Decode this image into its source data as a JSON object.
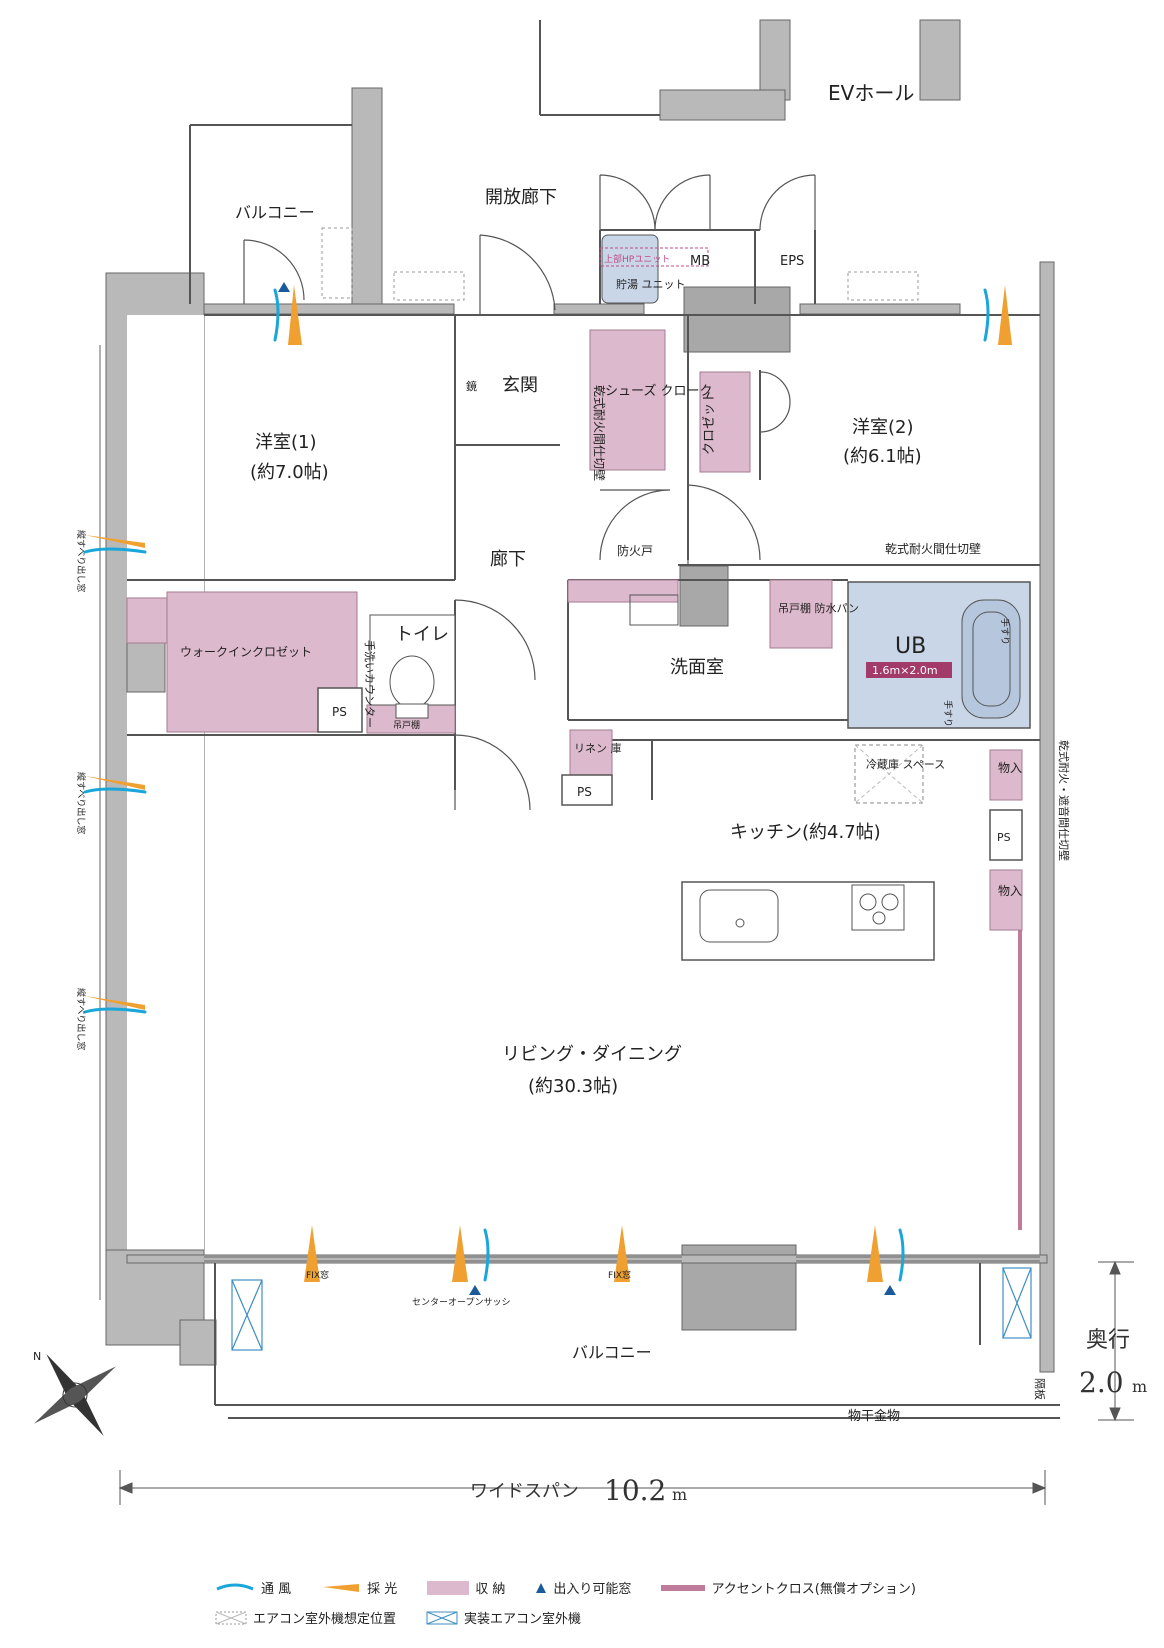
{
  "rooms": {
    "ev_hall": "EVホール",
    "open_corridor": "開放廊下",
    "balcony_top": "バルコニー",
    "mb": "MB",
    "eps": "EPS",
    "hp_unit": "上部HPユニット",
    "water_heater": "貯湯\nユニット",
    "entrance": "玄関",
    "mirror": "鏡",
    "shoes_closet": "シューズ\nクローク",
    "closet": "クロゼット",
    "dry_wall_v": "乾式耐火間仕切壁",
    "bedroom1": "洋室(1)",
    "bedroom1_size": "(約7.0帖)",
    "bedroom2": "洋室(2)",
    "bedroom2_size": "(約6.1帖)",
    "hallway": "廊下",
    "fire_door": "防火戸",
    "dry_wall_h": "乾式耐火間仕切壁",
    "walk_in": "ウォークインクロゼット",
    "ps": "PS",
    "toilet": "トイレ",
    "hand_counter": "手洗いカウンター",
    "hanging_shelf": "吊戸棚",
    "washroom": "洗面室",
    "hanging_shelf2": "吊戸棚\n防水パン",
    "ub": "UB",
    "ub_size": "1.6m×2.0m",
    "handrail": "手すり",
    "linen": "リネン\n庫",
    "fridge": "冷蔵庫\nスペース",
    "storage": "物入",
    "kitchen": "キッチン(約4.7帖)",
    "dry_wall_sound": "乾式耐火・遮音間仕切壁",
    "vertical_window": "縦すべり出し窓",
    "living": "リビング・ダイニング",
    "living_size": "(約30.3帖)",
    "fix_window": "FIX窓",
    "center_sash": "センターオープンサッシ",
    "balcony_bottom": "バルコニー",
    "partition": "隔板",
    "clothes_rack": "物干金物",
    "depth_label": "奥行",
    "depth_value": "2.0",
    "depth_unit": "m",
    "width_label": "ワイドスパン",
    "width_value": "10.2",
    "width_unit": "m",
    "compass": "N"
  },
  "legend": {
    "ventilation": "通 風",
    "daylight": "採 光",
    "storage": "収 納",
    "accessible_window": "出入り可能窓",
    "accent_cloth": "アクセントクロス(無償オプション)",
    "ac_planned": "エアコン室外機想定位置",
    "ac_installed": "実装エアコン室外機"
  },
  "colors": {
    "wall": "#b9b9b9",
    "wall_dark": "#8e8e8e",
    "storage": "#dcb9cc",
    "ub": "#c9d6e8",
    "breeze": "#1aa6d9",
    "light": "#f0a030",
    "accent": "#c07a9a",
    "ub_badge": "#a23a6a"
  }
}
